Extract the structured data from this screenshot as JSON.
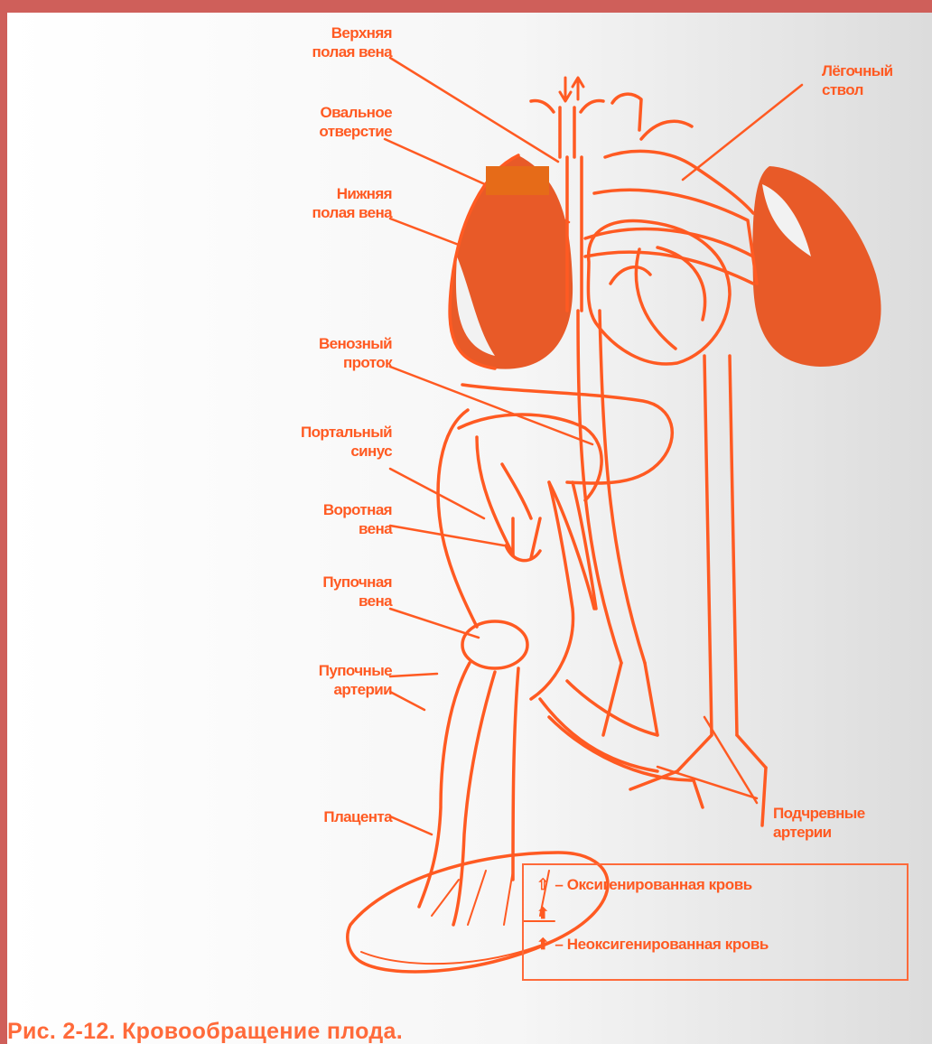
{
  "labels": {
    "superior_vena_cava": [
      "Верхняя",
      "полая вена"
    ],
    "foramen_ovale": [
      "Овальное",
      "отверстие"
    ],
    "inferior_vena_cava": [
      "Нижняя",
      "полая вена"
    ],
    "ductus_venosus": [
      "Венозный",
      "проток"
    ],
    "portal_sinus": [
      "Портальный",
      "синус"
    ],
    "portal_vein": [
      "Воротная",
      "вена"
    ],
    "umbilical_vein": [
      "Пупочная",
      "вена"
    ],
    "umbilical_arteries": [
      "Пупочные",
      "артерии"
    ],
    "placenta": "Плацента",
    "pulmonary_trunk": [
      "Лёгочный",
      "ствол"
    ],
    "hypogastric_arteries": [
      "Подчревные",
      "артерии"
    ]
  },
  "legend": {
    "oxygenated": "– Оксигенированная кровь",
    "deoxygenated": "– Неоксигенированная кровь"
  },
  "caption": "Рис. 2-12. Кровообращение плода.",
  "colors": {
    "accent": "#ff5a22",
    "frame": "#cf5f5a"
  }
}
